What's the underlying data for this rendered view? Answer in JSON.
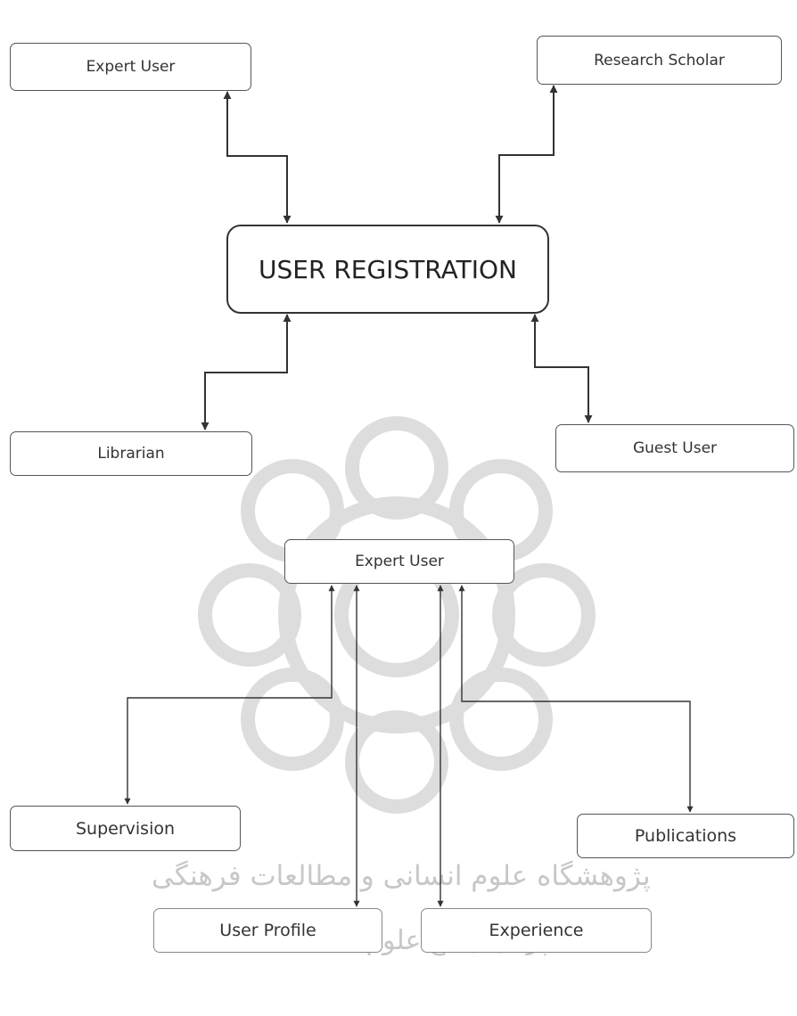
{
  "registration_diagram": {
    "center": "USER REGISTRATION",
    "expert_user": "Expert User",
    "research_scholar": "Research Scholar",
    "librarian": "Librarian",
    "guest_user": "Guest User"
  },
  "expert_diagram": {
    "center": "Expert User",
    "supervision": "Supervision",
    "publications": "Publications",
    "user_profile": "User Profile",
    "experience": "Experience"
  },
  "watermark": {
    "line1": "پژوهشگاه علوم انسانی و مطالعات فرهنگی",
    "line2": "پرتال جامع علوم انسانی"
  },
  "colors": {
    "line": "#333333",
    "watermark": "#c7c7c7"
  }
}
